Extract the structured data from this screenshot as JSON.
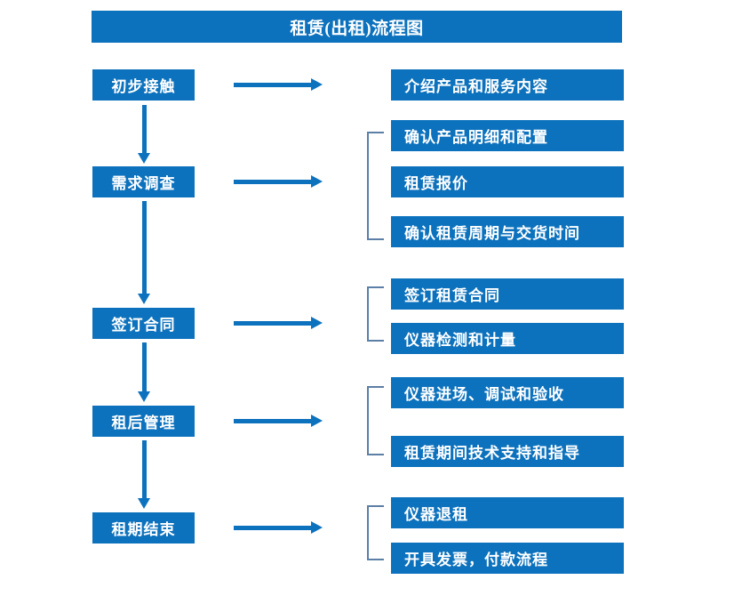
{
  "diagram": {
    "title": "租赁(出租)流程图",
    "colors": {
      "box_fill": "#0d72bd",
      "box_text": "#ffffff",
      "arrow": "#0d72bd",
      "bracket": "#5b7fa6",
      "background": "#ffffff"
    },
    "stages": [
      {
        "label": "初步接触"
      },
      {
        "label": "需求调查"
      },
      {
        "label": "签订合同"
      },
      {
        "label": "租后管理"
      },
      {
        "label": "租期结束"
      }
    ],
    "details": [
      {
        "label": "介绍产品和服务内容"
      },
      {
        "label": "确认产品明细和配置"
      },
      {
        "label": "租赁报价"
      },
      {
        "label": "确认租赁周期与交货时间"
      },
      {
        "label": "签订租赁合同"
      },
      {
        "label": "仪器检测和计量"
      },
      {
        "label": "仪器进场、调试和验收"
      },
      {
        "label": "租赁期间技术支持和指导"
      },
      {
        "label": "仪器退租"
      },
      {
        "label": "开具发票，付款流程"
      }
    ]
  }
}
